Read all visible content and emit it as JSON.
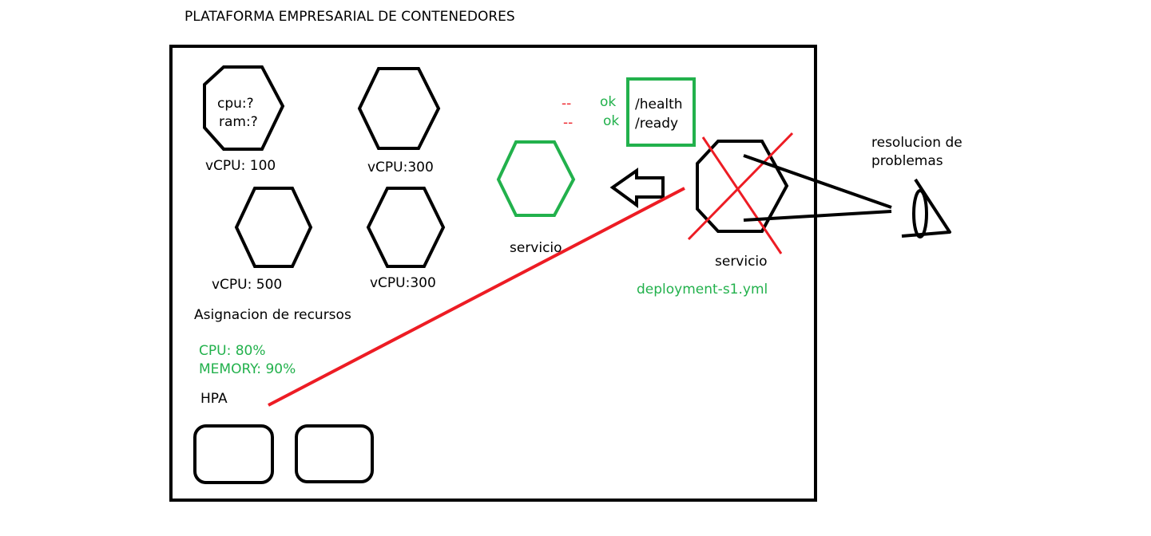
{
  "title": "PLATAFORMA EMPRESARIAL DE CONTENEDORES",
  "colors": {
    "ink": "#000000",
    "green": "#22b14c",
    "red": "#ed1c24"
  },
  "nodes": [
    {
      "id": "node-1",
      "inner_line1": "cpu:?",
      "inner_line2": "ram:?",
      "caption": "vCPU: 100"
    },
    {
      "id": "node-2",
      "caption": "vCPU:300"
    },
    {
      "id": "node-3",
      "caption": "vCPU: 500"
    },
    {
      "id": "node-4",
      "caption": "vCPU:300"
    }
  ],
  "resources": {
    "heading": "Asignacion de recursos",
    "cpu": "CPU: 80%",
    "memory": "MEMORY: 90%"
  },
  "hpa": {
    "label": "HPA"
  },
  "healthy_service": {
    "label": "servicio"
  },
  "failed_service": {
    "label": "servicio",
    "deployment": "deployment-s1.yml"
  },
  "probes": [
    {
      "dash": "--",
      "status": "ok",
      "endpoint": "/health"
    },
    {
      "dash": "--",
      "status": "ok",
      "endpoint": "/ready"
    }
  ],
  "troubleshooting": {
    "line1": "resolucion de",
    "line2": "problemas",
    "icon": "eye-icon"
  }
}
